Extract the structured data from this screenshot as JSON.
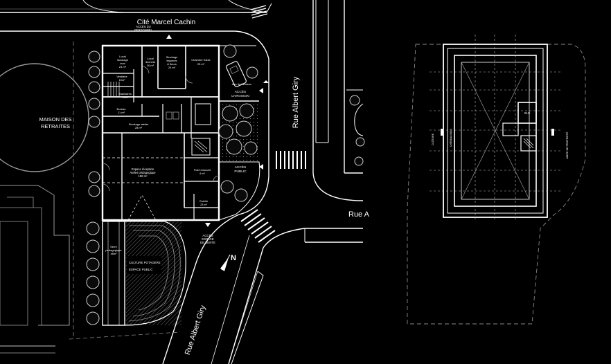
{
  "streets": {
    "top": "Cité Marcel Cachin",
    "right_vertical": "Rue Albert Giry",
    "bottom_diagonal": "Rue Albert Giry",
    "right_horizontal": "Rue A"
  },
  "neighbor": {
    "line1": "MAISON DES",
    "line2": "RETRAITES"
  },
  "north": "N",
  "access": {
    "personnel_1": "ACCÈS DU",
    "personnel_2": "PERSONNEL",
    "livraison_1": "ACCÈS",
    "livraison_2": "LIVRAISON",
    "public_1": "ACCÈS",
    "public_2": "PUBLIC",
    "vente_1": "ACCÈS",
    "vente_2": "ESPACE",
    "vente_3": "DE VENTE",
    "aire_livraison": "Aire de livraison"
  },
  "rooms": [
    {
      "name": "Local stockage vrac",
      "line1": "Local",
      "line2": "stockage",
      "line3": "vrac",
      "area": "24 m²"
    },
    {
      "name": "Local déchets",
      "line1": "Local",
      "line2": "déchets",
      "line3": "",
      "area": "26 m²"
    },
    {
      "name": "Stockage",
      "line1": "Stockage",
      "line2": "légumes",
      "line3": "& fleurs",
      "area": "24 m²"
    },
    {
      "name": "Chambre froide",
      "line1": "Chambre froide",
      "line2": "",
      "line3": "",
      "area": "25 m²"
    },
    {
      "name": "Vestiaire",
      "line1": "Vestiaire",
      "line2": "",
      "line3": "",
      "area": "10m²"
    },
    {
      "name": "Sanitaires",
      "line1": "Sanitaires",
      "line2": "",
      "line3": "",
      "area": "10m²"
    },
    {
      "name": "Bureau",
      "line1": "Bureau",
      "line2": "",
      "line3": "",
      "area": "11 m²"
    },
    {
      "name": "Stockage atelier",
      "line1": "Stockage atelier",
      "line2": "",
      "line3": "",
      "area": "28 m²"
    },
    {
      "name": "Espace réception",
      "line1": "Espace réception",
      "line2": "Atelier pédagogique",
      "line3": "",
      "area": "158 m²"
    },
    {
      "name": "Point d'accueil",
      "line1": "Point d'accueil",
      "line2": "",
      "line3": "",
      "area": "6 m²"
    },
    {
      "name": "Guérite",
      "line1": "Guérite",
      "line2": "",
      "line3": "",
      "area": "23 m²"
    },
    {
      "name": "Serre pédagogique",
      "line1": "Serre",
      "line2": "pédagogique",
      "line3": "",
      "area": "48m²"
    }
  ],
  "garden": {
    "line1": "CULTURE POTAGÈRE",
    "line2": "ESPACE PUBLIC"
  },
  "roof": {
    "wc": "W.C",
    "left_label": "CLÔTURE",
    "left_label2": "CHÉNEAU BOIS",
    "right_label": "LIMITE DE PROPRIÉTÉ"
  }
}
